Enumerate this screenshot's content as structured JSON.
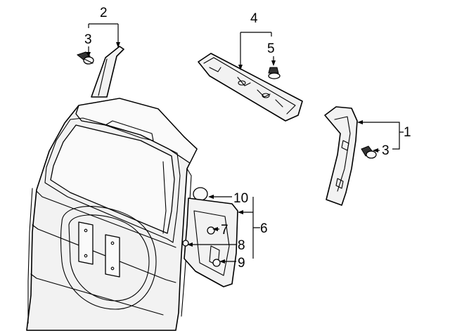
{
  "callouts": {
    "c1": "1",
    "c2": "2",
    "c3a": "3",
    "c3b": "3",
    "c4": "4",
    "c5": "5",
    "c6": "6",
    "c7": "7",
    "c8": "8",
    "c9": "9",
    "c10": "10"
  }
}
